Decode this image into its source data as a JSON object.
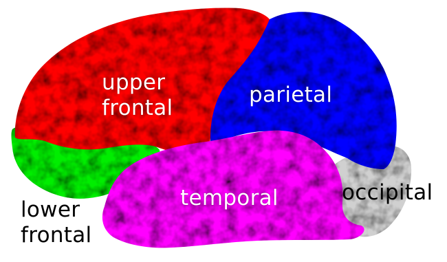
{
  "regions": {
    "upper_frontal": {
      "label": "upper\nfrontal",
      "color": "#ff0000"
    },
    "parietal": {
      "label": "parietal",
      "color": "#0000ff"
    },
    "temporal": {
      "label": "temporal",
      "color": "#ff00ff"
    },
    "occipital": {
      "label": "occipital",
      "color": "#d0d0d0"
    },
    "lower_frontal": {
      "label": "lower\nfrontal",
      "color": "#00ee00"
    }
  }
}
